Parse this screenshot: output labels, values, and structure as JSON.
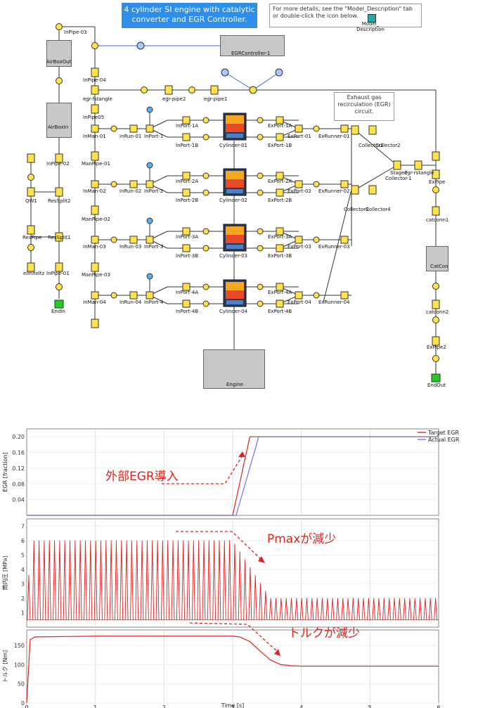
{
  "diagram": {
    "title": "4 cylinder SI engine with catalytic converter and EGR Controller.",
    "note": "For more details, see the \"Model_Description\" tab or double-click the icon below.",
    "model_description_label": "Model_ Description",
    "egr_note": "Exhaust gas recirculation (EGR) circuit.",
    "labels": {
      "inpipe03": "InPipe-03",
      "airboxout": "AirBoxOut",
      "airboxin": "AirBoxIn",
      "inpipe02": "InPipe-02",
      "inpipe01": "InPipe-01",
      "endin": "EndIn",
      "qw1": "QW1",
      "ressplit2": "ResSplit2",
      "respipe": "ResPipe",
      "ressplit1": "ResSplit1",
      "helmholtz": "elmholtz",
      "inpipe04": "InPipe-04",
      "egr_fstangle": "egr-fstangle",
      "inpipe05": "InPipe05",
      "egr_pipe2": "egr-pipe2",
      "egr_pipe1": "egr-pipe1",
      "egr_controller": "EGRController-1",
      "inman01": "InMan-01",
      "manpipe01": "ManPipe-01",
      "inman02": "InMan-02",
      "manpipe02": "ManPipe-02",
      "inman03": "InMan-03",
      "manpipe03": "ManPipe-03",
      "inman04": "InMan-04",
      "inrun01": "InRun-01",
      "inrun02": "InRun-02",
      "inrun03": "InRun-03",
      "inrun04": "InRun-04",
      "inport1": "InPort-1",
      "inport2": "InPort-2",
      "inport3": "InPort-3",
      "inport4": "InPort-4",
      "inport1a": "InPort-1A",
      "inport1b": "InPort-1B",
      "inport2a": "InPort-2A",
      "inport2b": "InPort-2B",
      "inport3a": "InPort-3A",
      "inport3b": "InPort-3B",
      "inport4a": "InPort-4A",
      "inport4b": "InPort-4B",
      "cyl1": "Cylinder-01",
      "cyl2": "Cylinder-02",
      "cyl3": "Cylinder-03",
      "cyl4": "Cylinder-04",
      "export1a": "ExPort-1A",
      "export1b": "ExPort-1B",
      "export2a": "ExPort-2A",
      "export2b": "ExPort-2B",
      "export3a": "ExPort-3A",
      "export3b": "ExPort-3B",
      "export4a": "ExPort-4A",
      "export4b": "ExPort-4B",
      "export01": "ExPort-01",
      "export02": "ExPort-02",
      "export03": "ExPort-03",
      "export04": "ExPort-04",
      "exrunner01": "ExRunner-01",
      "exrunner02": "ExRunner-02",
      "exrunner03": "ExRunner-03",
      "exrunner04": "ExRunner-04",
      "collector1": "Collector1",
      "collector2": "Collector2",
      "collector3": "Collector3",
      "collector4": "Collector4",
      "stage2": "Stage2",
      "collector_1": "Collector-1",
      "egr_rstangle": "egr-rstangle",
      "expipe": "ExPipe",
      "catconn1": "catconn1",
      "catcon": "CatCon",
      "catconn2": "catconn2",
      "expipe2": "ExPipe2",
      "endout": "EndOut",
      "engine": "Engine"
    }
  },
  "chart_data": [
    {
      "type": "line",
      "ylabel": "EGR [fraction]",
      "xlim": [
        0,
        6
      ],
      "ylim": [
        0,
        0.22
      ],
      "yticks": [
        "0.20",
        "0.16",
        "0.12",
        "0.08",
        "0.04"
      ],
      "series": [
        {
          "name": "Target EGR",
          "color": "#e02020",
          "x": [
            0,
            3.0,
            3.25,
            6
          ],
          "y": [
            0,
            0,
            0.2,
            0.2
          ]
        },
        {
          "name": "Actual EGR",
          "color": "#7070e0",
          "x": [
            0,
            3.05,
            3.38,
            6
          ],
          "y": [
            0,
            0,
            0.2,
            0.2
          ]
        }
      ],
      "annotation": "外部EGR導入"
    },
    {
      "type": "line",
      "ylabel": "筒内圧 [MPa]",
      "xlim": [
        0,
        6
      ],
      "ylim": [
        0,
        7.5
      ],
      "yticks": [
        "7",
        "6",
        "5",
        "4",
        "3",
        "2",
        "1"
      ],
      "pmax_before": 6.0,
      "pmax_after": 2.0,
      "pmin": 0.5,
      "cycle_period_s": 0.075,
      "transition_s": [
        3.0,
        3.55
      ],
      "annotation": "Pmaxが減少"
    },
    {
      "type": "line",
      "ylabel": "トルク [Nm]",
      "xlabel": "Time [s]",
      "xlim": [
        0,
        6
      ],
      "ylim": [
        0,
        190
      ],
      "yticks": [
        "150",
        "100",
        "50",
        "0"
      ],
      "xticks": [
        "0",
        "1",
        "2",
        "3",
        "4",
        "5",
        "6"
      ],
      "series": [
        {
          "name": "Torque",
          "color": "#e02020",
          "x": [
            0,
            0.05,
            0.12,
            0.6,
            1.0,
            2.0,
            3.0,
            3.1,
            3.25,
            3.4,
            3.55,
            3.7,
            3.85,
            4.0,
            6.0
          ],
          "y": [
            0,
            165,
            172,
            173,
            174,
            174,
            174,
            172,
            160,
            135,
            112,
            100,
            97,
            96,
            96
          ]
        }
      ],
      "annotation": "トルクが減少"
    }
  ]
}
